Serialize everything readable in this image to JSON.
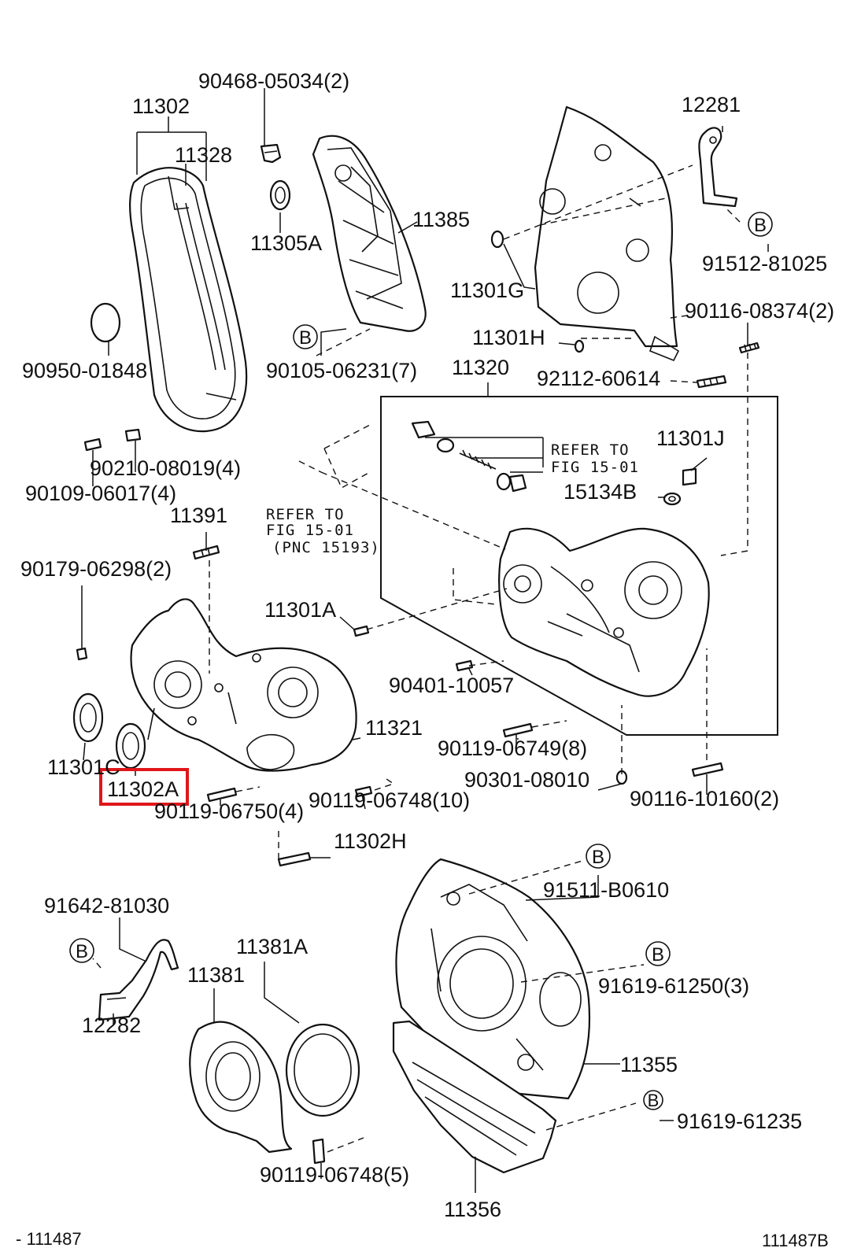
{
  "labels": {
    "p11302": "11302",
    "p11328": "11328",
    "p90468": "90468-05034(2)",
    "p11305A": "11305A",
    "p11385": "11385",
    "p12281": "12281",
    "p91512": "91512-81025",
    "p11301G": "11301G",
    "p90950": "90950-01848",
    "p90105": "90105-06231(7)",
    "p90116a": "90116-08374(2)",
    "p11301H": "11301H",
    "p11320": "11320",
    "p92112": "92112-60614",
    "p90210": "90210-08019(4)",
    "p90109": "90109-06017(4)",
    "p11301J": "11301J",
    "p15134B": "15134B",
    "p11391": "11391",
    "p90179": "90179-06298(2)",
    "p11301A": "11301A",
    "p90401": "90401-10057",
    "p11321": "11321",
    "p90119_6749": "90119-06749(8)",
    "p11301C": "11301C",
    "p11302A": "11302A",
    "p90119_6750": "90119-06750(4)",
    "p90119_6748_10": "90119-06748(10)",
    "p90301": "90301-08010",
    "p90116b": "90116-10160(2)",
    "p11302H": "11302H",
    "p91511": "91511-B0610",
    "p91642": "91642-81030",
    "p11381A": "11381A",
    "p11381": "11381",
    "p91619_61250": "91619-61250(3)",
    "p12282": "12282",
    "p11355": "11355",
    "p91619_61235": "91619-61235",
    "p90119_6748_5": "90119-06748(5)",
    "p11356": "11356"
  },
  "references": {
    "refer_a_line1": "REFER TO",
    "refer_a_line2": "FIG 15-01",
    "refer_b_line1": "REFER TO",
    "refer_b_line2": "FIG 15-01",
    "refer_b_line3": "(PNC 15193)"
  },
  "markers": {
    "b": "B"
  },
  "footer": {
    "left_code": "- 111487",
    "right_code": "111487B"
  },
  "highlight": {
    "part": "11302A",
    "color": "#e0161a"
  }
}
